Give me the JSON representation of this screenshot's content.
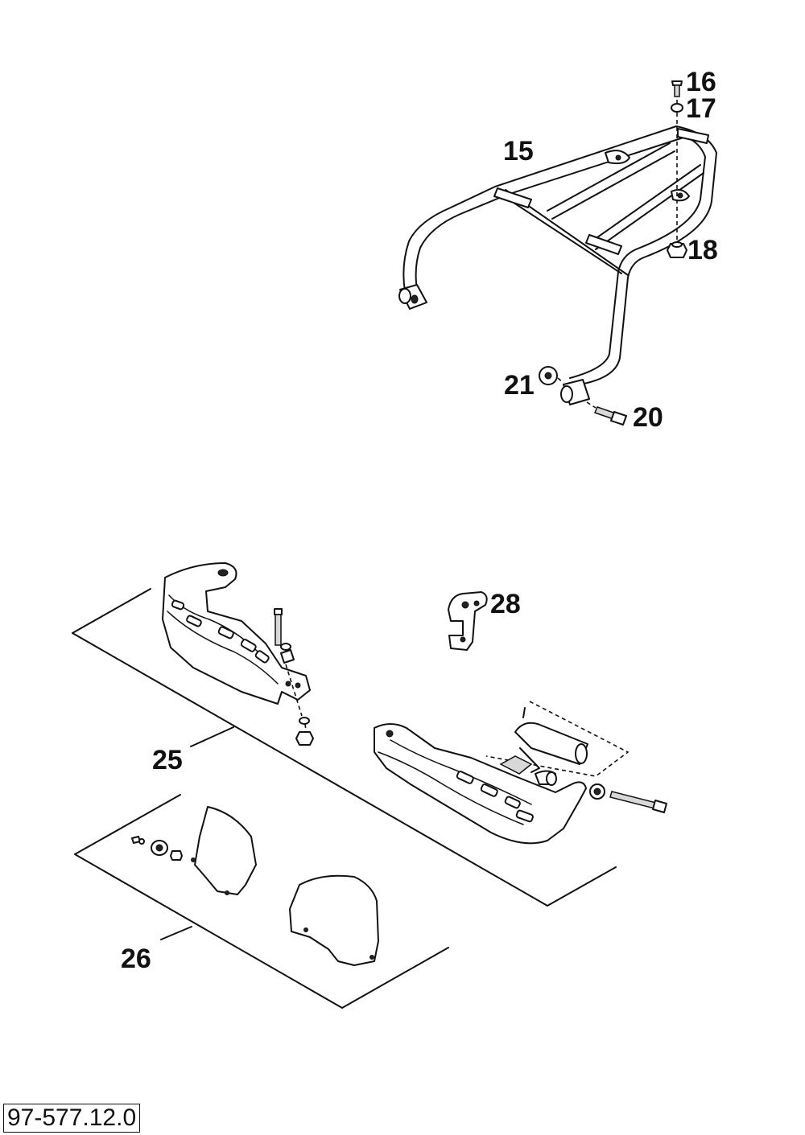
{
  "callouts": {
    "p15": "15",
    "p16": "16",
    "p17": "17",
    "p18": "18",
    "p20": "20",
    "p21": "21",
    "p25": "25",
    "p26": "26",
    "p28": "28"
  },
  "document_code": "97-577.12.0"
}
